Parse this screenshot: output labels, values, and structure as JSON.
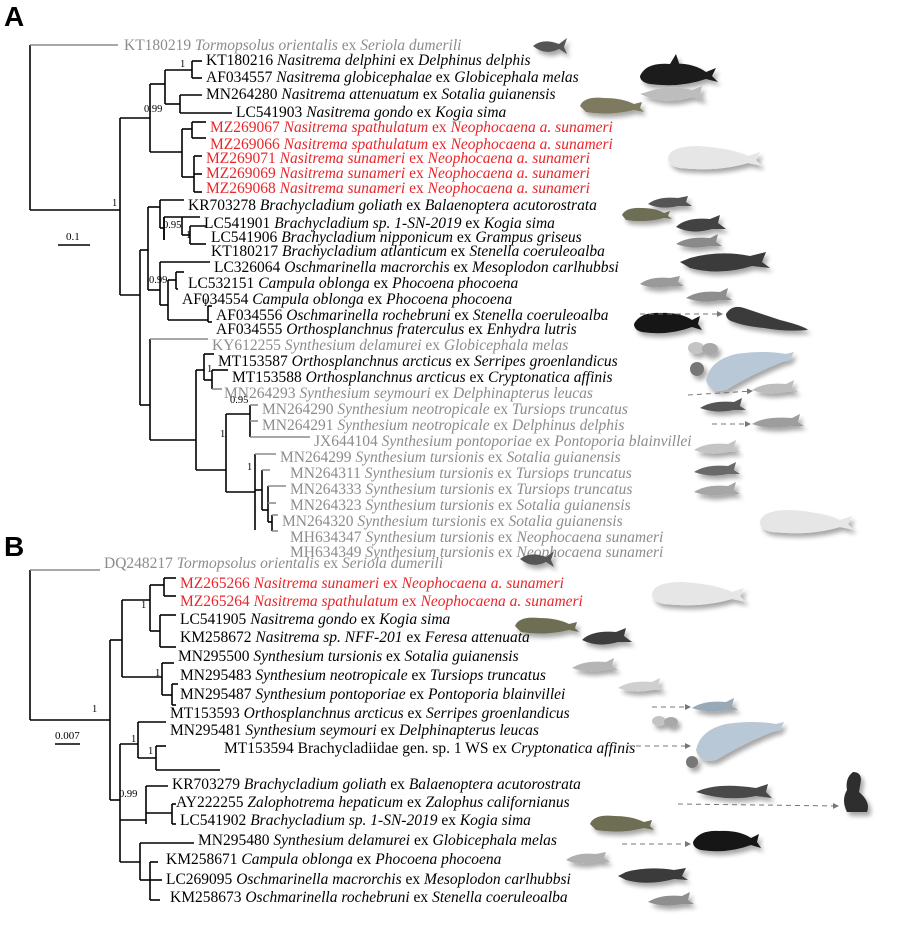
{
  "colors": {
    "default": "#000000",
    "highlight": "#e8262a",
    "grey": "#8c8c8c"
  },
  "panels": [
    {
      "letter": "A",
      "scale_label": "0.1",
      "leaves": [
        {
          "acc": "KT180219",
          "genus": "Tormopsolus orientalis",
          "host": "Seriola dumerili",
          "color": "grey"
        },
        {
          "acc": "KT180216",
          "genus": "Nasitrema delphini",
          "host": "Delphinus delphis",
          "color": "default"
        },
        {
          "acc": "AF034557",
          "genus": "Nasitrema globicephalae",
          "host": "Globicephala melas",
          "color": "default"
        },
        {
          "acc": "MN264280",
          "genus": "Nasitrema attenuatum",
          "host": "Sotalia guianensis",
          "color": "default"
        },
        {
          "acc": "LC541903",
          "genus": "Nasitrema gondo",
          "host": "Kogia sima",
          "color": "default"
        },
        {
          "acc": "MZ269067",
          "genus": "Nasitrema spathulatum",
          "host": "Neophocaena a. sunameri",
          "color": "highlight"
        },
        {
          "acc": "MZ269066",
          "genus": "Nasitrema spathulatum",
          "host": "Neophocaena a. sunameri",
          "color": "highlight"
        },
        {
          "acc": "MZ269071",
          "genus": "Nasitrema sunameri",
          "host": "Neophocaena a. sunameri",
          "color": "highlight"
        },
        {
          "acc": "MZ269069",
          "genus": "Nasitrema sunameri",
          "host": "Neophocaena a. sunameri",
          "color": "highlight"
        },
        {
          "acc": "MZ269068",
          "genus": "Nasitrema sunameri",
          "host": "Neophocaena a. sunameri",
          "color": "highlight"
        },
        {
          "acc": "KR703278",
          "genus": "Brachycladium goliath",
          "host": "Balaenoptera acutorostrata",
          "color": "default"
        },
        {
          "acc": "LC541901",
          "genus": "Brachycladium sp. 1-SN-2019",
          "host": "Kogia sima",
          "color": "default"
        },
        {
          "acc": "LC541906",
          "genus": "Brachycladium nipponicum",
          "host": "Grampus griseus",
          "color": "default"
        },
        {
          "acc": "KT180217",
          "genus": "Brachycladium atlanticum",
          "host": "Stenella coeruleoalba",
          "color": "default"
        },
        {
          "acc": "LC326064",
          "genus": "Oschmarinella macrorchis",
          "host": "Mesoplodon carlhubbsi",
          "color": "default"
        },
        {
          "acc": "LC532151",
          "genus": "Campula oblonga",
          "host": "Phocoena phocoena",
          "color": "default"
        },
        {
          "acc": "AF034554",
          "genus": "Campula oblonga",
          "host": "Phocoena phocoena",
          "color": "default"
        },
        {
          "acc": "AF034556",
          "genus": "Oschmarinella rochebruni",
          "host": "Stenella coeruleoalba",
          "color": "default"
        },
        {
          "acc": "AF034555",
          "genus": "Orthosplanchnus fraterculus",
          "host": "Enhydra lutris",
          "color": "default"
        },
        {
          "acc": "KY612255",
          "genus": "Synthesium delamurei",
          "host": "Globicephala melas",
          "color": "grey"
        },
        {
          "acc": "MT153587",
          "genus": "Orthosplanchnus arcticus",
          "host": "Serripes groenlandicus",
          "color": "default"
        },
        {
          "acc": "MT153588",
          "genus": "Orthosplanchnus arcticus",
          "host": "Cryptonatica affinis",
          "color": "default"
        },
        {
          "acc": "MN264293",
          "genus": "Synthesium seymouri",
          "host": "Delphinapterus leucas",
          "color": "grey"
        },
        {
          "acc": "MN264290",
          "genus": "Synthesium neotropicale",
          "host": "Tursiops truncatus",
          "color": "grey"
        },
        {
          "acc": "MN264291",
          "genus": "Synthesium neotropicale",
          "host": "Delphinus delphis",
          "color": "grey"
        },
        {
          "acc": "JX644104",
          "genus": "Synthesium pontoporiae",
          "host": "Pontoporia blainvillei",
          "color": "grey"
        },
        {
          "acc": "MN264299",
          "genus": "Synthesium tursionis",
          "host": "Sotalia guianensis",
          "color": "grey"
        },
        {
          "acc": "MN264311",
          "genus": "Synthesium tursionis",
          "host": "Tursiops truncatus",
          "color": "grey"
        },
        {
          "acc": "MN264333",
          "genus": "Synthesium tursionis",
          "host": "Tursiops truncatus",
          "color": "grey"
        },
        {
          "acc": "MN264323",
          "genus": "Synthesium tursionis",
          "host": "Sotalia guianensis",
          "color": "grey"
        },
        {
          "acc": "MN264320",
          "genus": "Synthesium tursionis",
          "host": "Sotalia guianensis",
          "color": "grey"
        },
        {
          "acc": "MH634347",
          "genus": "Synthesium tursionis",
          "host": "Neophocaena sunameri",
          "color": "grey"
        },
        {
          "acc": "MH634349",
          "genus": "Synthesium tursionis",
          "host": "Neophocaena sunameri",
          "color": "grey"
        }
      ],
      "supports": [
        "1",
        "0.99",
        "1",
        "0.95",
        "1",
        "0.99",
        "1",
        "1",
        "0.95",
        "1",
        "1"
      ]
    },
    {
      "letter": "B",
      "scale_label": "0.007",
      "leaves": [
        {
          "acc": "DQ248217",
          "genus": "Tormopsolus orientalis",
          "host": "Seriola dumerili",
          "color": "grey"
        },
        {
          "acc": "MZ265266",
          "genus": "Nasitrema sunameri",
          "host": "Neophocaena a. sunameri",
          "color": "highlight"
        },
        {
          "acc": "MZ265264",
          "genus": "Nasitrema spathulatum",
          "host": "Neophocaena a. sunameri",
          "color": "highlight"
        },
        {
          "acc": "LC541905",
          "genus": "Nasitrema gondo",
          "host": "Kogia sima",
          "color": "default"
        },
        {
          "acc": "KM258672",
          "genus": "Nasitrema sp. NFF-201",
          "host": "Feresa attenuata",
          "color": "default"
        },
        {
          "acc": "MN295500",
          "genus": "Synthesium tursionis",
          "host": "Sotalia guianensis",
          "color": "default"
        },
        {
          "acc": "MN295483",
          "genus": "Synthesium neotropicale",
          "host": "Tursiops truncatus",
          "color": "default"
        },
        {
          "acc": "MN295487",
          "genus": "Synthesium pontoporiae",
          "host": "Pontoporia blainvillei",
          "color": "default"
        },
        {
          "acc": "MT153593",
          "genus": "Orthosplanchnus arcticus",
          "host": "Serripes groenlandicus",
          "color": "default"
        },
        {
          "acc": "MN295481",
          "genus": "Synthesium seymouri",
          "host": "Delphinapterus leucas",
          "color": "default"
        },
        {
          "acc": "MT153594",
          "plain": "Brachycladiidae gen. sp. 1 WS",
          "host": "Cryptonatica affinis",
          "color": "default"
        },
        {
          "acc": "KR703279",
          "genus": "Brachycladium goliath",
          "host": "Balaenoptera acutorostrata",
          "color": "default"
        },
        {
          "acc": "AY222255",
          "genus": "Zalophotrema hepaticum",
          "host": "Zalophus californianus",
          "color": "default"
        },
        {
          "acc": "LC541902",
          "genus": "Brachycladium sp. 1-SN-2019",
          "host": "Kogia sima",
          "color": "default"
        },
        {
          "acc": "MN295480",
          "genus": "Synthesium delamurei",
          "host": "Globicephala melas",
          "color": "default"
        },
        {
          "acc": "KM258671",
          "genus": "Campula oblonga",
          "host": "Phocoena phocoena",
          "color": "default"
        },
        {
          "acc": "LC269095",
          "genus": "Oschmarinella macrorchis",
          "host": "Mesoplodon carlhubbsi",
          "color": "default"
        },
        {
          "acc": "KM258673",
          "genus": "Oschmarinella rochebruni",
          "host": "Stenella coeruleoalba",
          "color": "default"
        }
      ],
      "supports": [
        "1",
        "1",
        "1",
        "1",
        "1",
        "0.99"
      ]
    }
  ],
  "ex_word": "ex",
  "host_icons": [
    "fish-icon",
    "dark-dolphin-icon",
    "grey-dolphin-icon",
    "pygmy-sperm-whale-icon",
    "finless-porpoise-icon",
    "small-whale-icon",
    "dark-dolphin-icon",
    "grey-dolphin-icon",
    "beaked-whale-icon",
    "porpoise-icon",
    "dolphin-icon",
    "sea-otter-icon",
    "pilot-whale-icon",
    "clam-icon",
    "beluga-icon",
    "snail-icon",
    "sea-lion-icon"
  ]
}
